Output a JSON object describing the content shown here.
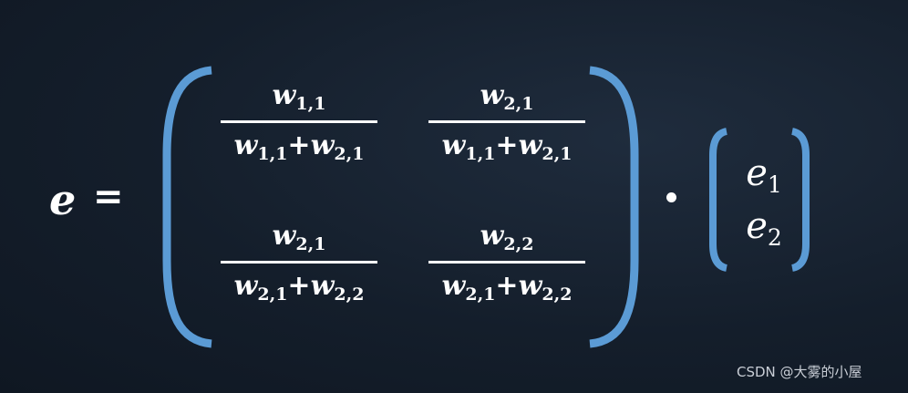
{
  "formula": {
    "lhs": {
      "symbol": "e",
      "equals": "="
    },
    "matrix": {
      "cells": [
        {
          "num": {
            "base": "w",
            "sub": "1,1"
          },
          "den": [
            {
              "base": "w",
              "sub": "1,1"
            },
            {
              "base": "w",
              "sub": "2,1"
            }
          ],
          "op": "+"
        },
        {
          "num": {
            "base": "w",
            "sub": "2,1"
          },
          "den": [
            {
              "base": "w",
              "sub": "1,1"
            },
            {
              "base": "w",
              "sub": "2,1"
            }
          ],
          "op": "+"
        },
        {
          "num": {
            "base": "w",
            "sub": "2,1"
          },
          "den": [
            {
              "base": "w",
              "sub": "2,1"
            },
            {
              "base": "w",
              "sub": "2,2"
            }
          ],
          "op": "+"
        },
        {
          "num": {
            "base": "w",
            "sub": "2,2"
          },
          "den": [
            {
              "base": "w",
              "sub": "2,1"
            },
            {
              "base": "w",
              "sub": "2,2"
            }
          ],
          "op": "+"
        }
      ]
    },
    "vector": [
      {
        "base": "e",
        "sub": "1"
      },
      {
        "base": "e",
        "sub": "2"
      }
    ]
  },
  "watermark": "CSDN @大雾的小屋",
  "colors": {
    "bracket": "#5b9bd5",
    "text": "#ffffff",
    "background": "#141e2b"
  }
}
